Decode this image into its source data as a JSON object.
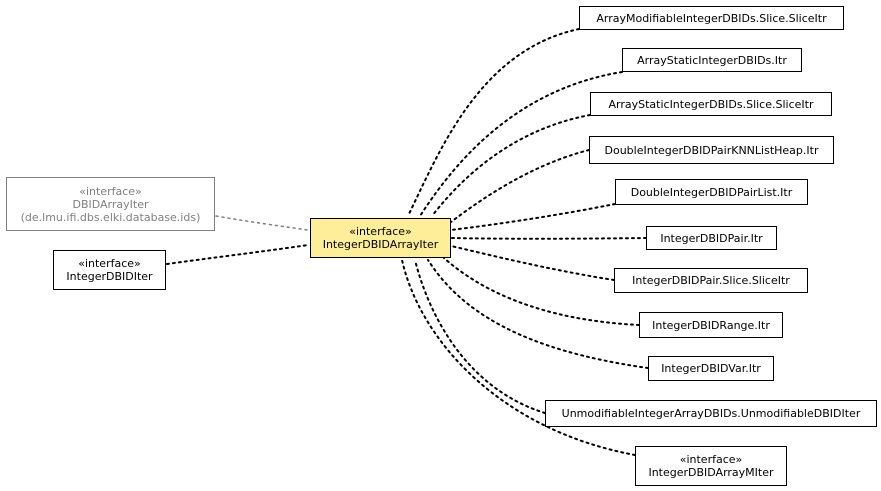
{
  "diagram": {
    "focus": {
      "id": "focus",
      "stereotype": "«interface»",
      "name": "IntegerDBIDArrayIter"
    },
    "parents": [
      {
        "id": "dbid-array-iter",
        "stereotype": "«interface»",
        "name": "DBIDArrayIter",
        "package": "(de.lmu.ifi.dbs.elki.database.ids)",
        "external": true
      },
      {
        "id": "integer-dbid-iter",
        "stereotype": "«interface»",
        "name": "IntegerDBIDIter",
        "external": false
      }
    ],
    "children": [
      {
        "id": "c1",
        "name": "ArrayModifiableIntegerDBIDs.Slice.SliceItr"
      },
      {
        "id": "c2",
        "name": "ArrayStaticIntegerDBIDs.Itr"
      },
      {
        "id": "c3",
        "name": "ArrayStaticIntegerDBIDs.Slice.SliceItr"
      },
      {
        "id": "c4",
        "name": "DoubleIntegerDBIDPairKNNListHeap.Itr"
      },
      {
        "id": "c5",
        "name": "DoubleIntegerDBIDPairList.Itr"
      },
      {
        "id": "c6",
        "name": "IntegerDBIDPair.Itr"
      },
      {
        "id": "c7",
        "name": "IntegerDBIDPair.Slice.SliceItr"
      },
      {
        "id": "c8",
        "name": "IntegerDBIDRange.Itr"
      },
      {
        "id": "c9",
        "name": "IntegerDBIDVar.Itr"
      },
      {
        "id": "c10",
        "name": "UnmodifiableIntegerArrayDBIDs.UnmodifiableDBIDIter"
      },
      {
        "id": "c11",
        "stereotype": "«interface»",
        "name": "IntegerDBIDArrayMIter"
      }
    ],
    "colors": {
      "focus_fill": "#ffee99",
      "external_border": "#808080",
      "edge": "#000000"
    }
  }
}
